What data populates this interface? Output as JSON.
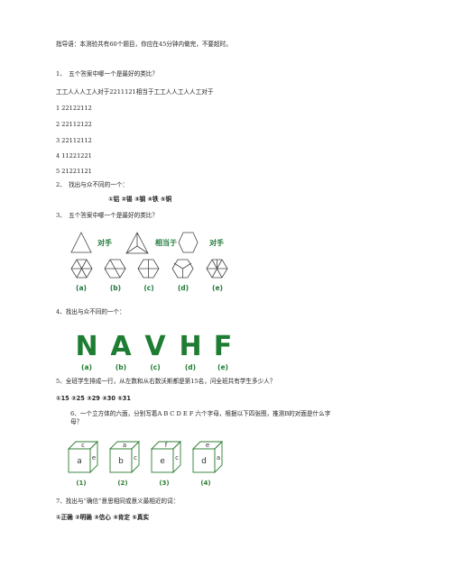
{
  "intro": "指导语：本测验共有60个题目，你应在45分钟内做完，不要超时。",
  "q1": {
    "title": "1、　五个答案中哪一个是最好的类比？",
    "stem": "工工人人人工人对于2211121相当于工工人人工人人工对于",
    "options": [
      "1 22122112",
      "2 22112122",
      "3 22112112",
      "4 11221221",
      "5 21221121"
    ]
  },
  "q2": {
    "title": "2、　找出与众不同的一个：",
    "options": "①铝 ②锡 ③钢 ④铁 ⑤铜"
  },
  "q3": {
    "title": "3、　五个答案中哪一个是最好的类比？",
    "label_opposite_1": "对手",
    "label_equivalent": "相当于",
    "label_opposite_2": "对手",
    "options": [
      "(a)",
      "(b)",
      "(c)",
      "(d)",
      "(e)"
    ],
    "accent_color": "#1f7a3a"
  },
  "q4": {
    "title": "4、找出与众不同的一个：",
    "letters": [
      "N",
      "A",
      "V",
      "H",
      "F"
    ],
    "options": [
      "(a)",
      "(b)",
      "(c)",
      "(d)",
      "(e)"
    ],
    "letter_color": "#1e7d32"
  },
  "q5": {
    "title": "5、全班学生排成一行，从左数和从右数沃斯都是第15名，问全班共有学生多少人？",
    "options": "①15 ②25 ③29 ④30 ⑤31"
  },
  "q6": {
    "title": "6、一个立方体的六面，分别写着A B C D E F 六个字母，根据以下四张图，推测B的对面是什么字母？",
    "cubes": [
      {
        "top": "c",
        "front": "a",
        "side": "e",
        "label": "(1)"
      },
      {
        "top": "a",
        "front": "b",
        "side": "c",
        "label": "(2)"
      },
      {
        "top": "f",
        "front": "e",
        "side": "c",
        "label": "(3)"
      },
      {
        "top": "e",
        "front": "d",
        "side": "a",
        "label": "(4)"
      }
    ]
  },
  "q7": {
    "title": "7、找出与“确信”意思相同或意义最相近的词：",
    "options": "①正确 ②明确 ③信心 ④肯定 ⑤真实"
  }
}
